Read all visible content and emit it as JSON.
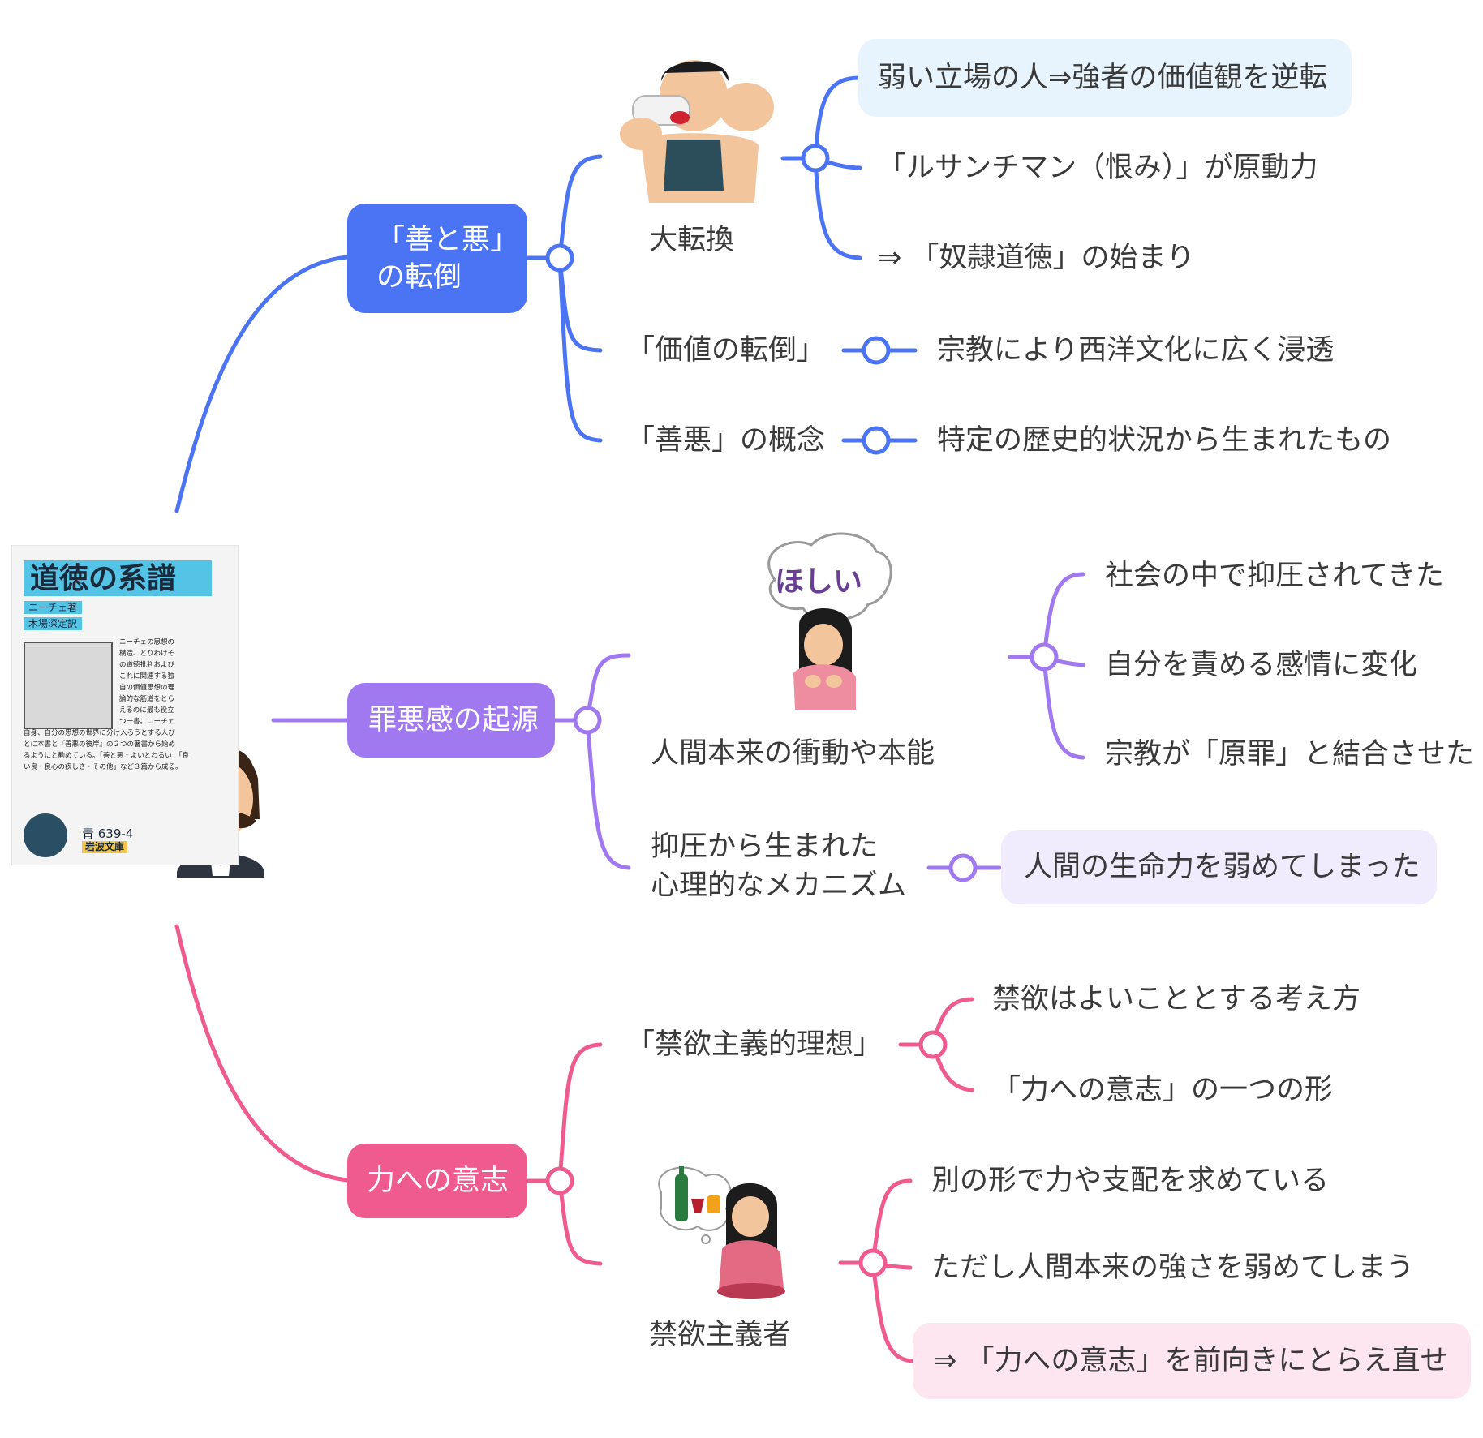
{
  "colors": {
    "blue": "#4b74f5",
    "purple": "#a079f0",
    "pink": "#ef5b8f",
    "blue_highlight": "#e7f4fd",
    "purple_highlight": "#f0ebfd",
    "pink_highlight": "#fde6ef"
  },
  "book": {
    "title": "道徳の系譜",
    "author": "ニーチェ著",
    "translator": "木場深定訳",
    "blurb_lines": [
      "ニーチェの思想の",
      "構造、とりわけそ",
      "の道徳批判および",
      "これに関連する独",
      "自の価値思想の理",
      "論的な筋道をとら",
      "えるのに最も役立",
      "つ一書。ニーチェ",
      "自身、自分の思想の世界に分け入ろうとする人び",
      "とに本書と『善悪の彼岸』の２つの著書から始め",
      "るようにと勧めている。「善と悪・よいとわるい」「良",
      "い良・良心の疚しさ・その他」など３篇から成る。"
    ],
    "code": "青 639-4",
    "publisher": "岩波文庫",
    "portrait_icon": "nietzsche-portrait"
  },
  "branches": {
    "good_evil": {
      "label_lines": [
        "「善と悪」",
        "の転倒"
      ],
      "great_reversal": {
        "label": "大転換",
        "icon": "muscle-man-drinking-icon",
        "points": [
          "弱い立場の人⇒強者の価値観を逆転",
          "「ルサンチマン（恨み）」が原動力",
          "⇒ 「奴隷道徳」の始まり"
        ]
      },
      "value_reversal": {
        "label": "「価値の転倒」",
        "point": "宗教により西洋文化に広く浸透"
      },
      "good_evil_concept": {
        "label": "「善悪」の概念",
        "point": "特定の歴史的状況から生まれたもの"
      }
    },
    "guilt": {
      "label": "罪悪感の起源",
      "instinct": {
        "label": "人間本来の衝動や本能",
        "icon": "woman-wanting-icon",
        "bubble_text": "ほしい",
        "points": [
          "社会の中で抑圧されてきた",
          "自分を責める感情に変化",
          "宗教が「原罪」と結合させた"
        ]
      },
      "mechanism": {
        "label_lines": [
          "抑圧から生まれた",
          "心理的なメカニズム"
        ],
        "point": "人間の生命力を弱めてしまった"
      }
    },
    "will_to_power": {
      "label": "力への意志",
      "ascetic_ideal": {
        "label": "「禁欲主義的理想」",
        "points": [
          "禁欲はよいこととする考え方",
          "「力への意志」の一つの形"
        ]
      },
      "ascetic": {
        "label": "禁欲主義者",
        "icon": "woman-resisting-alcohol-icon",
        "points": [
          "別の形で力や支配を求めている",
          "ただし人間本来の強さを弱めてしまう",
          "⇒ 「力への意志」を前向きにとらえ直せ"
        ]
      }
    }
  }
}
